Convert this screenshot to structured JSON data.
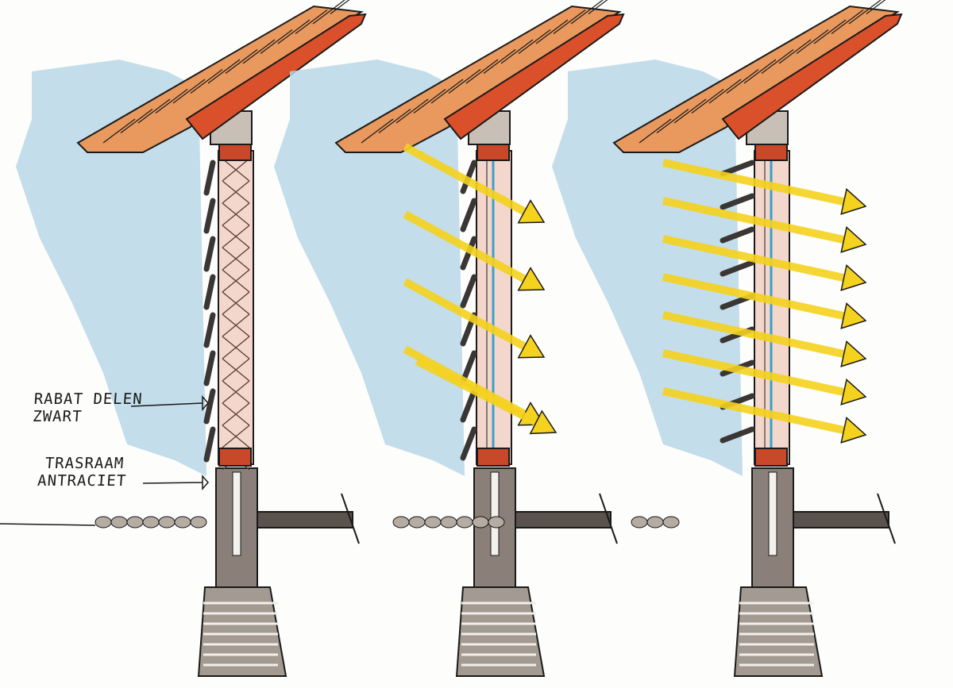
{
  "title": "Wall section sketches with louvered cladding",
  "annotations": {
    "cladding_line1": "RABAT DELEN",
    "cladding_line2": "ZWART",
    "plinth_line1": "TRASRAAM",
    "plinth_line2": "ANTRACIET"
  },
  "panels": [
    {
      "name": "closed-cladding",
      "louvers": "closed",
      "arrows": 0
    },
    {
      "name": "angled-louvers",
      "louvers": "angled",
      "arrows": 5
    },
    {
      "name": "open-louvers",
      "louvers": "open",
      "arrows": 7
    }
  ],
  "colors": {
    "sky": "#b9d7e6",
    "roof": "#e9995e",
    "roof_edge": "#d9502a",
    "wall": "#f3d6cc",
    "concrete": "#8a8079",
    "foundation": "#a39a92",
    "arrow": "#f5d21e",
    "glass": "#3aa0c8",
    "ink": "#1a1a1a"
  }
}
